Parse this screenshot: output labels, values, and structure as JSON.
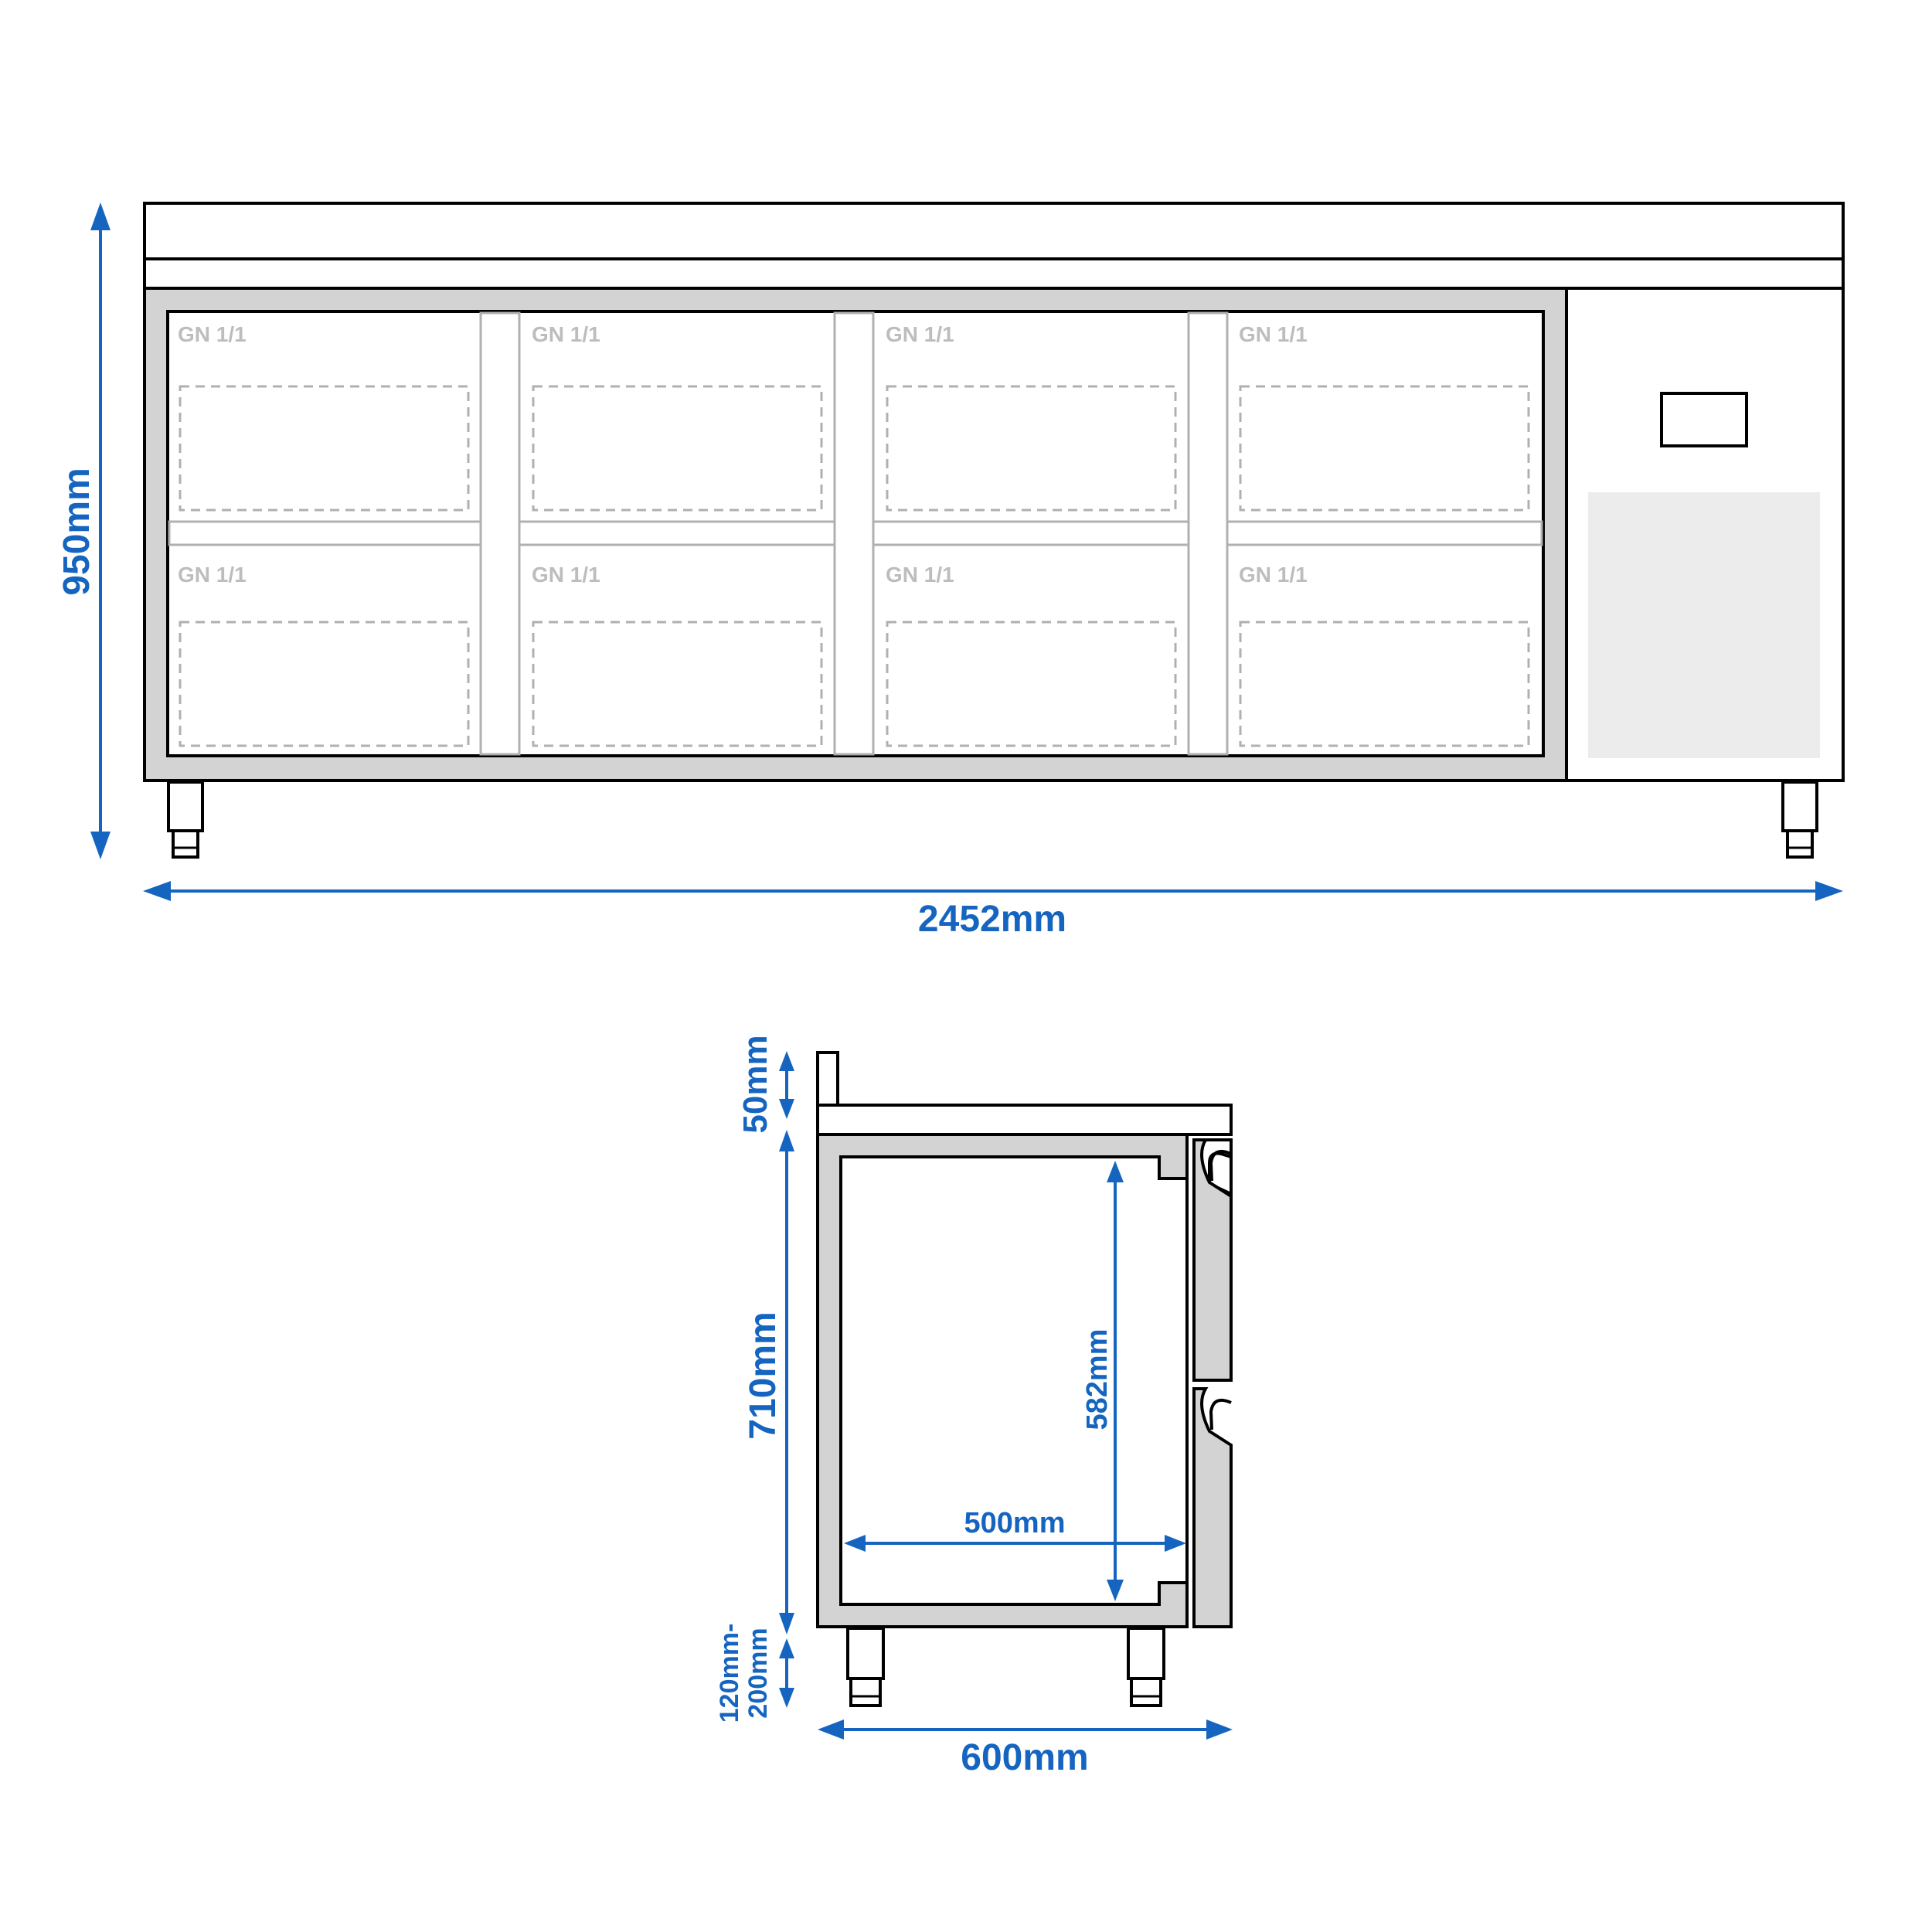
{
  "front_view": {
    "height_label": "950mm",
    "width_label": "2452mm",
    "compartments": [
      {
        "label": "GN 1/1"
      },
      {
        "label": "GN 1/1"
      },
      {
        "label": "GN 1/1"
      },
      {
        "label": "GN 1/1"
      },
      {
        "label": "GN 1/1"
      },
      {
        "label": "GN 1/1"
      },
      {
        "label": "GN 1/1"
      },
      {
        "label": "GN 1/1"
      }
    ]
  },
  "side_view": {
    "top_thickness_label": "50mm",
    "body_height_label": "710mm",
    "leg_height_label_line1": "120mm-",
    "leg_height_label_line2": "200mm",
    "inner_height_label": "582mm",
    "inner_depth_label": "500mm",
    "depth_label": "600mm"
  },
  "colors": {
    "dimension": "#1565c0",
    "outline": "#000000",
    "frame_fill": "#d3d3d3",
    "panel_fill": "#ececec",
    "compartment_label": "#bdbdbd"
  }
}
